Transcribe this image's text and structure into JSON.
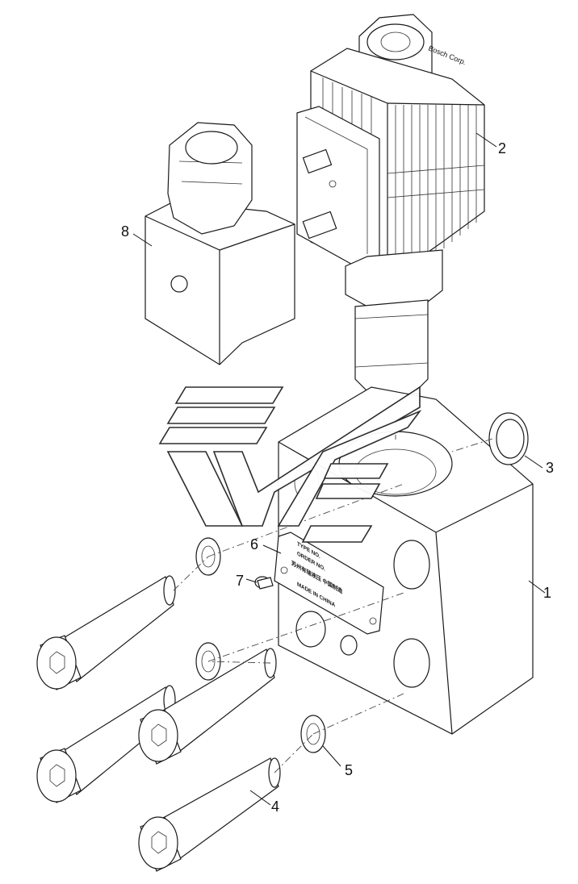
{
  "callouts": [
    {
      "id": "1",
      "label": "1"
    },
    {
      "id": "2",
      "label": "2"
    },
    {
      "id": "3",
      "label": "3"
    },
    {
      "id": "4",
      "label": "4"
    },
    {
      "id": "5",
      "label": "5"
    },
    {
      "id": "6",
      "label": "6"
    },
    {
      "id": "7",
      "label": "7"
    },
    {
      "id": "8",
      "label": "8"
    }
  ],
  "nameplate": {
    "line1": "TYPE NO.",
    "line2": "ORDER NO.",
    "line3": "苏州有瑞液压 中国制造",
    "line4": "MADE IN CHINA"
  },
  "coil_brand": "Bosch Corp."
}
